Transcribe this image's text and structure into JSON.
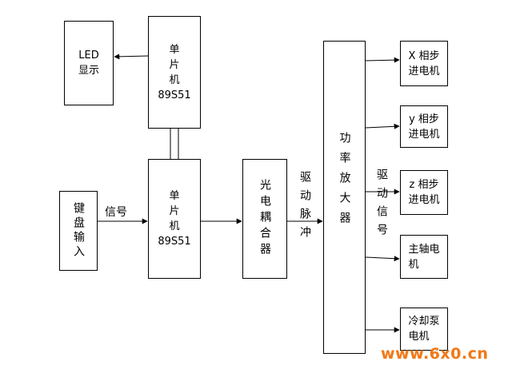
{
  "blocks": {
    "led_display": [
      "LED",
      "显示"
    ],
    "mcu_top": [
      "单",
      "片",
      "机",
      "89S51"
    ],
    "mcu_bottom": [
      "单",
      "片",
      "机",
      "89S51"
    ],
    "keyboard": "键盘输入",
    "optocoupler": "光电耦合器",
    "power_amp": "功率放大器",
    "motor_x": [
      "X 相步",
      "进电机"
    ],
    "motor_y": [
      "y 相步",
      "进电机"
    ],
    "motor_z": [
      "z 相步",
      "进电机"
    ],
    "spindle_motor": [
      "主轴电",
      "机"
    ],
    "coolant_pump_motor": [
      "冷却泵",
      "电机"
    ]
  },
  "labels": {
    "signal": "信号",
    "drive_pulse": "驱动脉冲",
    "drive_signal": "驱动信号"
  },
  "watermark": "www.6x0.cn"
}
